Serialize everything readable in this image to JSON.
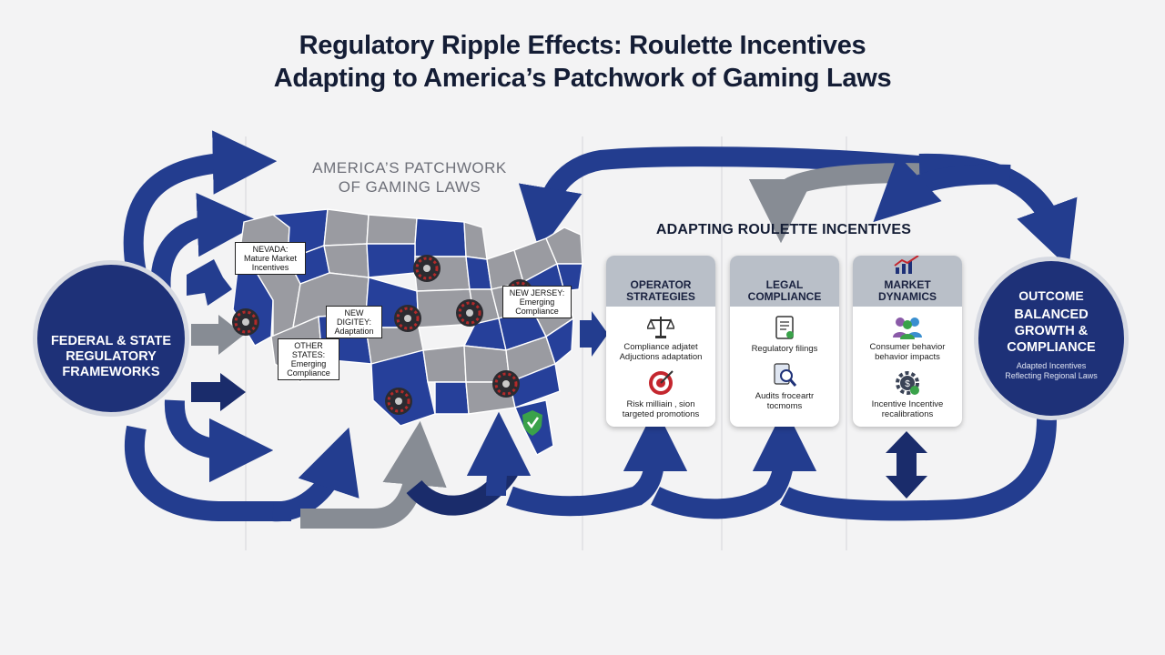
{
  "title": {
    "line1": "Regulatory Ripple Effects: Roulette Incentives",
    "line2": "Adapting to America’s Patchwork of Gaming Laws"
  },
  "map": {
    "title_line1": "AMERICA’S PATCHWORK",
    "title_line2": "OF GAMING LAWS",
    "callouts": {
      "nevada": {
        "line1": "NEVADA:",
        "line2": "Mature Market",
        "line3": "Incentives"
      },
      "new_digital": {
        "line1": "NEW",
        "line2": "DIGITEY:",
        "line3": "Adaptation"
      },
      "other_states": {
        "line1": "OTHER",
        "line2": "STATES:",
        "line3": "Emerging",
        "line4": "Compliance"
      },
      "new_jersey": {
        "line1": "NEW JERSEY:",
        "line2": "Emerging",
        "line3": "Compliance"
      }
    }
  },
  "left_circle": {
    "line1": "FEDERAL & STATE",
    "line2": "REGULATORY",
    "line3": "FRAMEWORKS"
  },
  "adapting": {
    "title": "ADAPTING ROULETTE INCENTIVES",
    "panels": [
      {
        "head1": "OPERATOR",
        "head2": "STRATEGIES",
        "items": [
          {
            "icon": "scales-icon",
            "line1": "Compliance adjatet",
            "line2": "Adjuctions adaptation"
          },
          {
            "icon": "target-icon",
            "line1": "Risk milliain ‚ sion",
            "line2": "targeted promotions"
          }
        ]
      },
      {
        "head1": "LEGAL",
        "head2": "COMPLIANCE",
        "items": [
          {
            "icon": "document-icon",
            "line1": "Regulatory filings",
            "line2": ""
          },
          {
            "icon": "magnifier-icon",
            "line1": "Audits froceartr",
            "line2": "tocmoms"
          }
        ]
      },
      {
        "head1": "MARKET",
        "head2": "DYNAMICS",
        "items": [
          {
            "icon": "people-icon",
            "line1": "Consumer behavior",
            "line2": "behavior impacts"
          },
          {
            "icon": "gear-dollar-icon",
            "line1": "Incentive Incentive",
            "line2": "recalibrations"
          }
        ]
      }
    ]
  },
  "outcome": {
    "label": "OUTCOME",
    "line1": "BALANCED",
    "line2": "GROWTH &",
    "line3": "COMPLIANCE",
    "sub1": "Adapted Incentives",
    "sub2": "Reflecting Regional Laws"
  },
  "colors": {
    "navy": "#1e3178",
    "arrow_blue": "#233d8f",
    "grey_arrow": "#878c94",
    "state_grey": "#9a9ba1",
    "state_blue": "#26409a",
    "panel_head": "#b9bfc8"
  }
}
